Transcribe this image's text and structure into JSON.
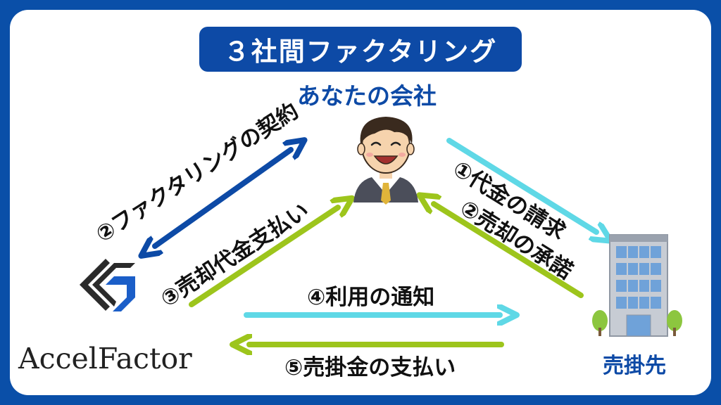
{
  "title": "３社間ファクタリング",
  "parties": {
    "you": "あなたの会社",
    "customer": "売掛先",
    "factor_logo_text": "AccelFactor"
  },
  "steps": {
    "s1": "①代金の請求",
    "s2_contract": "②ファクタリングの契約",
    "s2_approval": "②売却の承諾",
    "s3": "③売却代金支払い",
    "s4": "④利用の通知",
    "s5": "⑤売掛金の支払い"
  },
  "colors": {
    "navy": "#0d4aa6",
    "cyan": "#5fd8e6",
    "lime": "#9dc51c",
    "frame": "#0a4fa8"
  },
  "icons": [
    "businessman-icon",
    "office-building-icon",
    "accel-factor-logo-icon"
  ]
}
